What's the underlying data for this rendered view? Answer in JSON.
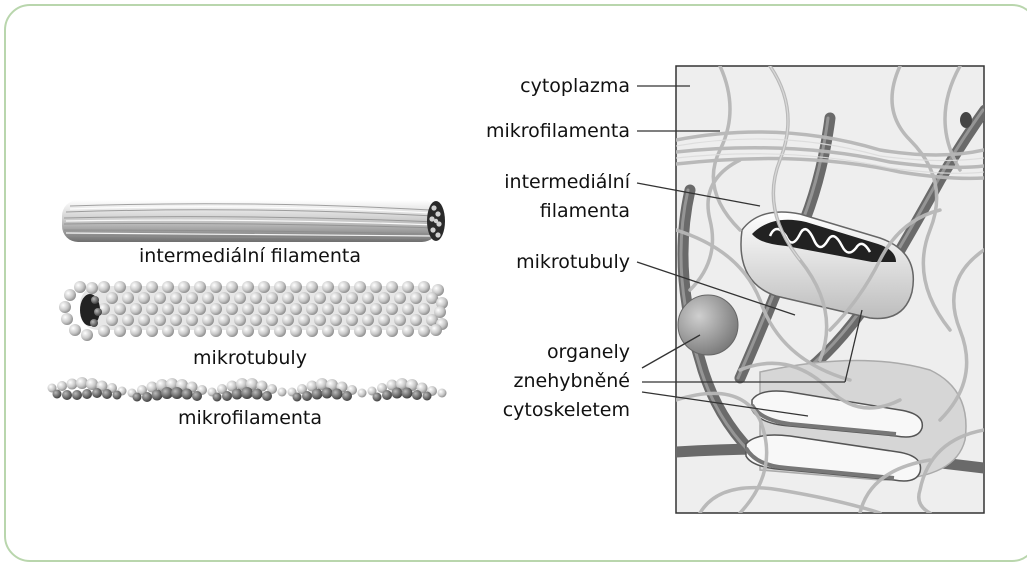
{
  "left_panel": {
    "intermediate_label": "intermediální filamenta",
    "microtubules_label": "mikrotubuly",
    "microfilaments_label": "mikrofilamenta"
  },
  "right_panel": {
    "cytoplasm_label": "cytoplazma",
    "microfilaments_label": "mikrofilamenta",
    "intermediate_label_line1": "intermediální",
    "intermediate_label_line2": "filamenta",
    "microtubules_label": "mikrotubuly",
    "organelles_line1": "organely",
    "organelles_line2": "znehybněné",
    "organelles_line3": "cytoskeletem"
  },
  "colors": {
    "frame_border": "#b9d6ad",
    "panel_background": "#eeeeee",
    "text": "#111111"
  }
}
